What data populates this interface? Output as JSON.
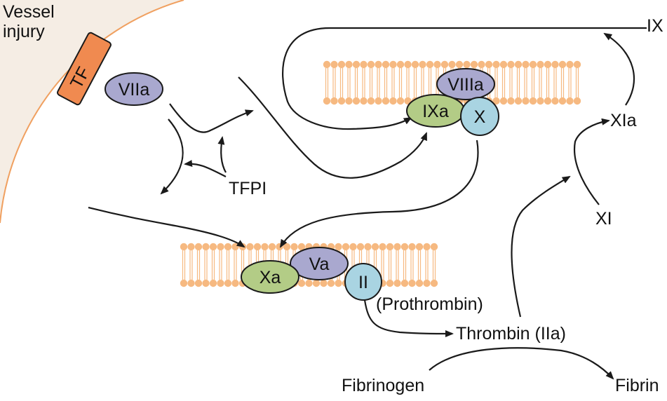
{
  "labels": {
    "vessel_injury_line1": "Vessel",
    "vessel_injury_line2": "injury",
    "tf": "TF",
    "viia": "VIIa",
    "tfpi": "TFPI",
    "viiia": "VIIIa",
    "ixa": "IXa",
    "x": "X",
    "ix": "IX",
    "xia": "XIa",
    "xi": "XI",
    "xa": "Xa",
    "va": "Va",
    "ii": "II",
    "prothrombin": "(Prothrombin)",
    "thrombin": "Thrombin (IIa)",
    "fibrinogen": "Fibrinogen",
    "fibrin": "Fibrin"
  },
  "colors": {
    "cell_fill": "#f5ede4",
    "cell_edge": "#f0a060",
    "tf": "#f08a50",
    "viia": "#a9a8cf",
    "viiia": "#a9a8cf",
    "va": "#a9a8cf",
    "ixa": "#b3cc86",
    "xa": "#b3cc86",
    "x": "#a9d4e2",
    "ii": "#a9d4e2",
    "membrane": "#f6b981"
  }
}
